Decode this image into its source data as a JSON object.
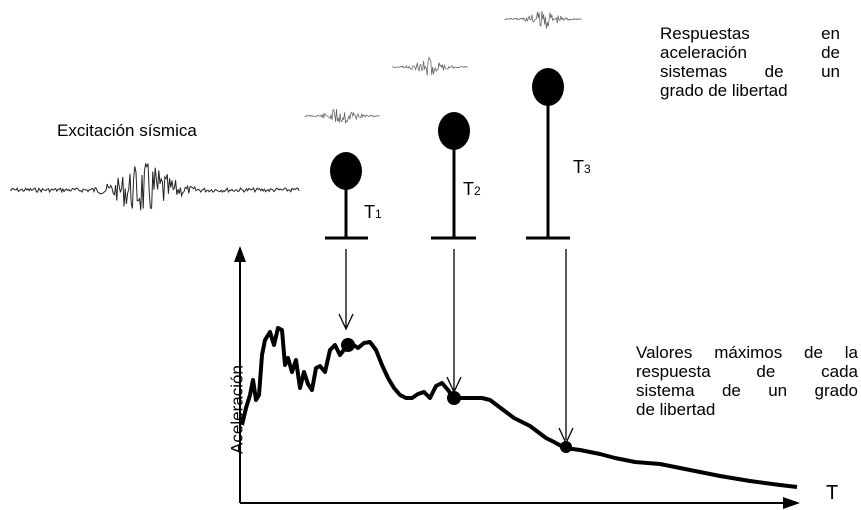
{
  "labels": {
    "excitation": "Excitación sísmica",
    "responses_title_lines": [
      "Respuestas en",
      "aceleración de",
      "sistemas de un",
      "grado de libertad"
    ],
    "max_values_lines": [
      "Valores máximos de la",
      "respuesta de cada",
      "sistema de un grado",
      "de libertad"
    ],
    "y_axis": "Aceleración",
    "x_axis": "T",
    "periods": [
      {
        "base": "T",
        "sub": "1"
      },
      {
        "base": "T",
        "sub": "2"
      },
      {
        "base": "T",
        "sub": "3"
      }
    ]
  },
  "oscillators": [
    {
      "name": "T1",
      "period_label": "T1"
    },
    {
      "name": "T2",
      "period_label": "T2"
    },
    {
      "name": "T3",
      "period_label": "T3"
    }
  ],
  "colors": {
    "ink": "#000000",
    "background": "#ffffff",
    "signal": "#555555"
  }
}
